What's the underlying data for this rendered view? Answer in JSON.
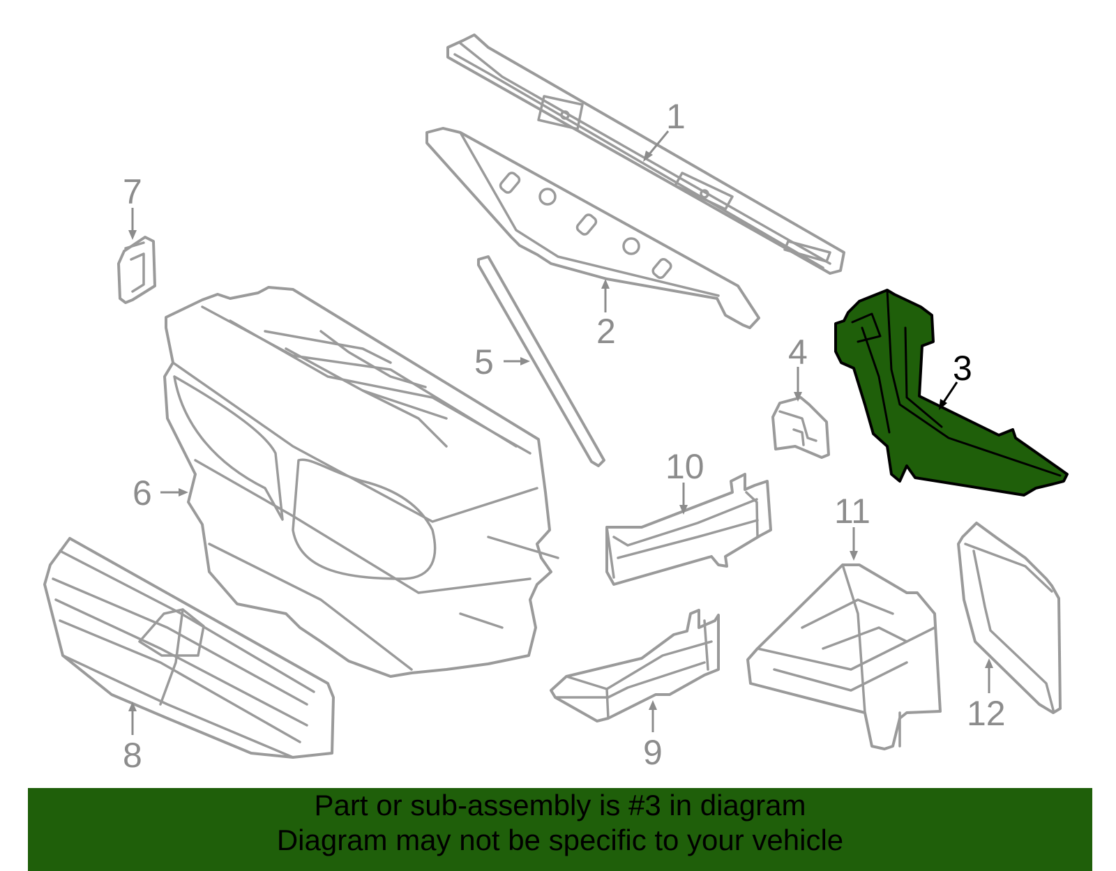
{
  "callouts": [
    {
      "id": "1",
      "text": "1",
      "highlighted": false
    },
    {
      "id": "2",
      "text": "2",
      "highlighted": false
    },
    {
      "id": "3",
      "text": "3",
      "highlighted": true
    },
    {
      "id": "4",
      "text": "4",
      "highlighted": false
    },
    {
      "id": "5",
      "text": "5",
      "highlighted": false
    },
    {
      "id": "6",
      "text": "6",
      "highlighted": false
    },
    {
      "id": "7",
      "text": "7",
      "highlighted": false
    },
    {
      "id": "8",
      "text": "8",
      "highlighted": false
    },
    {
      "id": "9",
      "text": "9",
      "highlighted": false
    },
    {
      "id": "10",
      "text": "10",
      "highlighted": false
    },
    {
      "id": "11",
      "text": "11",
      "highlighted": false
    },
    {
      "id": "12",
      "text": "12",
      "highlighted": false
    }
  ],
  "banner": {
    "line1": "Part or sub-assembly is #3 in diagram",
    "line2": "Diagram may not be specific to your vehicle",
    "background": "#1f5f0a"
  },
  "colors": {
    "outline": "#9a9a9a",
    "highlight_fill": "#1f5f0a",
    "highlight_outline": "#000000"
  }
}
